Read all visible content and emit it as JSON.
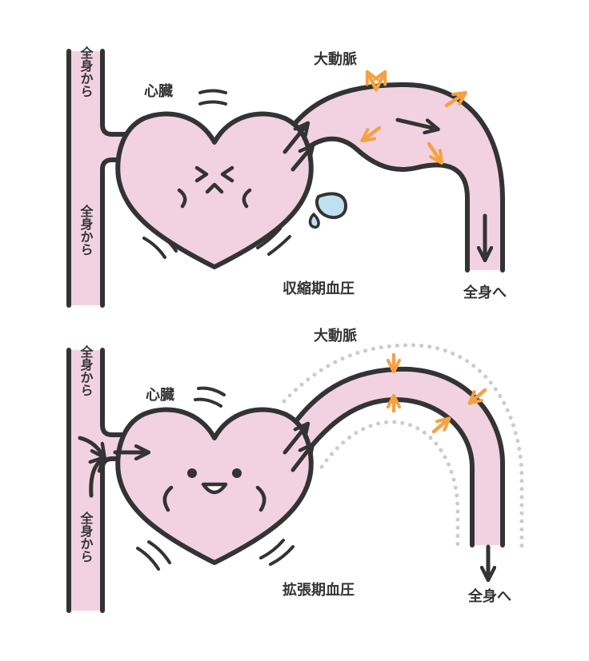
{
  "colors": {
    "outline": "#333333",
    "vessel": "#f2d2e1",
    "heart": "#f2d2e1",
    "force_arrow": "#f5a142",
    "dotted_guide": "#cccccc",
    "sweat": "#bfe0ee"
  },
  "systole": {
    "vein_label_top": "全身から",
    "vein_label_bottom": "全身から",
    "heart_label": "心臓",
    "aorta_label": "大動脈",
    "output_label": "全身へ",
    "phase_label": "収縮期血圧",
    "heart_face": "strained",
    "aorta_state": "expanded"
  },
  "diastole": {
    "vein_label_top": "全身から",
    "vein_label_bottom": "全身から",
    "heart_label": "心臓",
    "aorta_label": "大動脈",
    "output_label": "全身へ",
    "phase_label": "拡張期血圧",
    "heart_face": "smiling",
    "aorta_state": "recoiling"
  }
}
